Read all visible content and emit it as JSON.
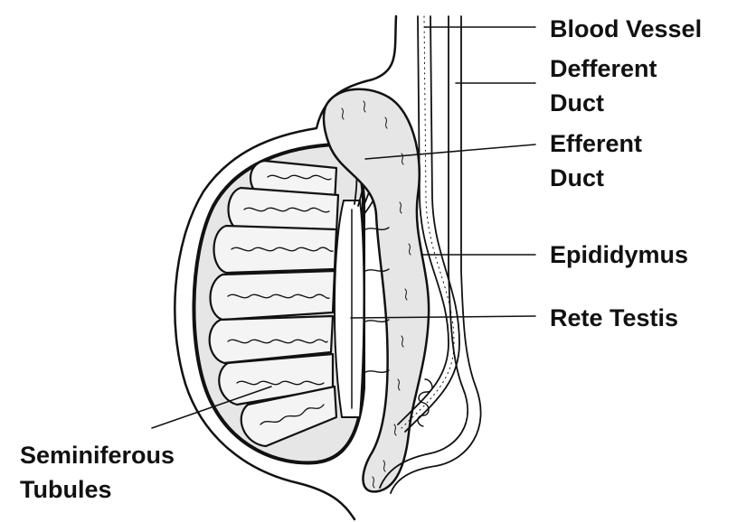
{
  "labels": {
    "blood_vessel": "Blood Vessel",
    "defferent_duct_line1": "Defferent",
    "defferent_duct_line2": "Duct",
    "efferent_duct_line1": "Efferent",
    "efferent_duct_line2": "Duct",
    "epididymus": "Epididymus",
    "rete_testis": "Rete Testis",
    "seminiferous_line1": "Seminiferous",
    "seminiferous_line2": "Tubules"
  },
  "colors": {
    "ink": "#111111",
    "tissue_fill": "#e6e6e6",
    "background": "#ffffff"
  }
}
